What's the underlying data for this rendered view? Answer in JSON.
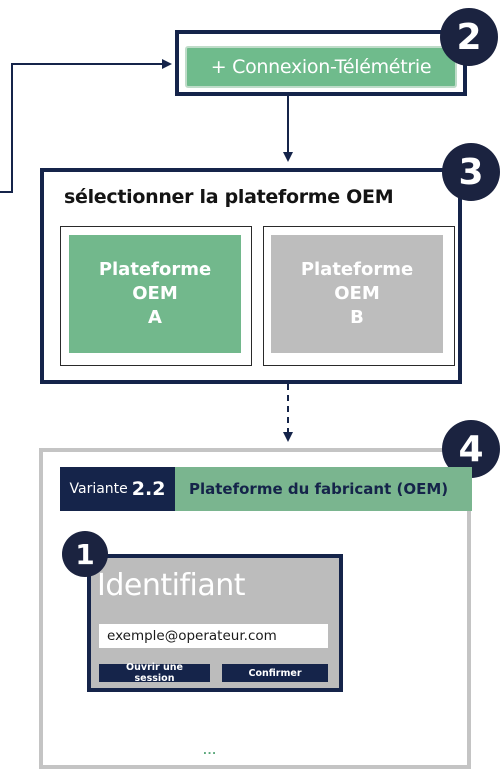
{
  "step2": {
    "badge": "2",
    "button_label": "+ Connexion-Télémétrie"
  },
  "step3": {
    "badge": "3",
    "title": "sélectionner la plateforme OEM",
    "options": [
      {
        "lines": [
          "Plateforme",
          "OEM",
          "A"
        ],
        "color": "#72b88c"
      },
      {
        "lines": [
          "Plateforme",
          "OEM",
          "B"
        ],
        "color": "#bdbdbd"
      }
    ]
  },
  "step4": {
    "badge": "4",
    "variant_word": "Variante",
    "variant_number": "2.2",
    "header_title": "Plateforme du fabricant (OEM)",
    "login": {
      "badge": "1",
      "title": "Identifiant",
      "email_value": "exemple@operateur.com",
      "open_session_label": "Ouvrir une session",
      "confirm_label": "Confirmer"
    },
    "continuation": "..."
  },
  "colors": {
    "navy": "#15244a",
    "green": "#72b88c",
    "grey": "#bdbdbd",
    "panel_border": "#c4c4c4"
  }
}
